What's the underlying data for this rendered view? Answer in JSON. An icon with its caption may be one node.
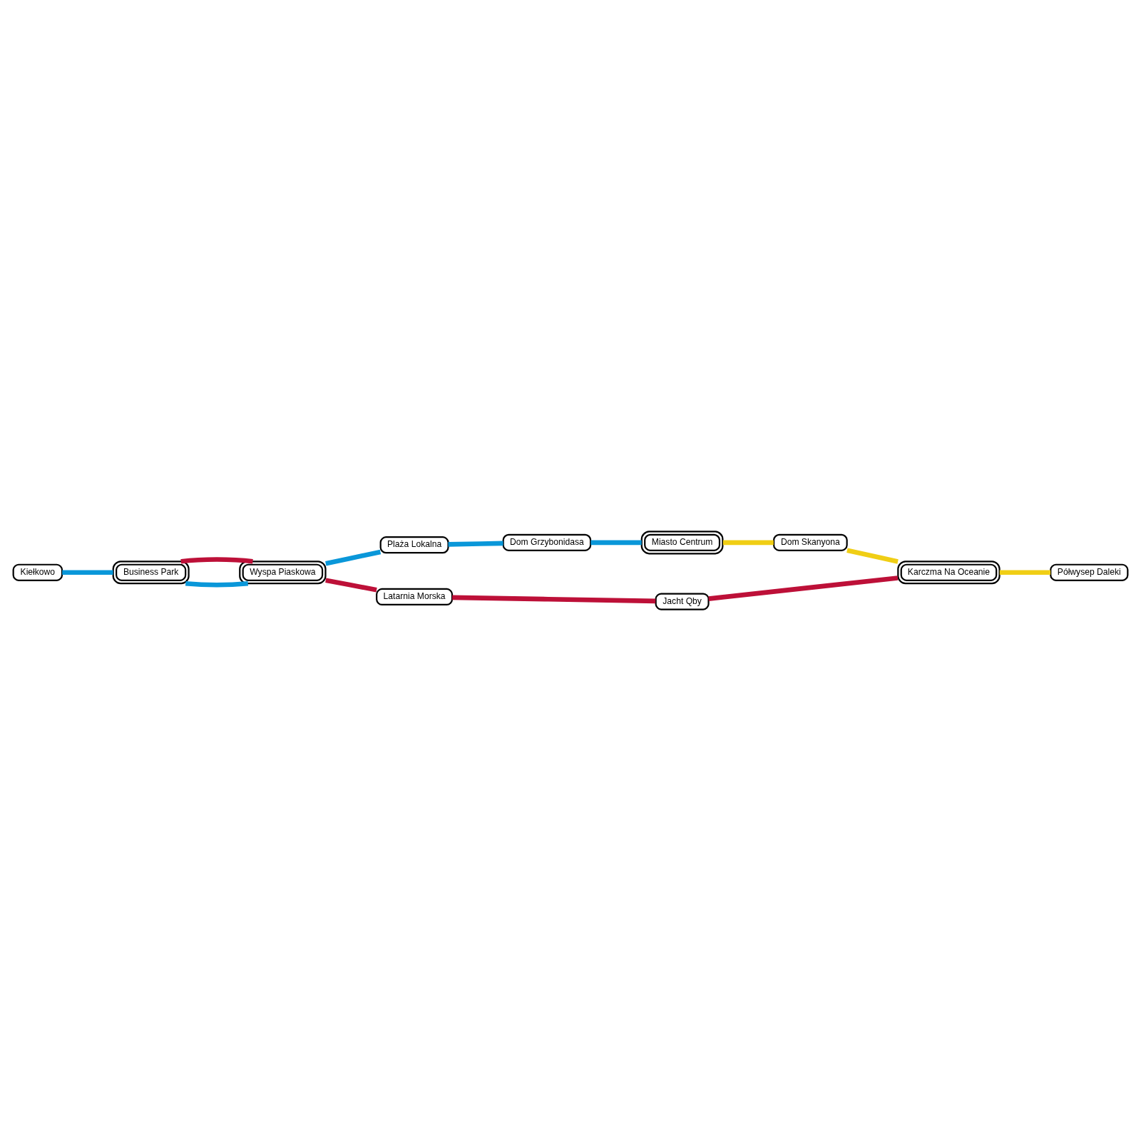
{
  "diagram": {
    "nodes": [
      {
        "text": [
          "Kiełkowo"
        ]
      },
      {
        "text": [
          "Business Park"
        ]
      },
      {
        "text": [
          "Wyspa Piaskowa"
        ]
      },
      {
        "text": [
          "Plaża Lokalna"
        ]
      },
      {
        "text": [
          "Dom Grzybonidasa"
        ]
      },
      {
        "text": [
          "Miasto Centrum"
        ]
      },
      {
        "text": [
          "Latarnia Morska"
        ]
      },
      {
        "text": [
          "Jacht Qby"
        ]
      },
      {
        "text": [
          "Dom Skanyona"
        ]
      },
      {
        "text": [
          "Karczma Na Oceanie"
        ]
      },
      {
        "text": [
          "Półwysep Daleki"
        ]
      }
    ],
    "edges": [
      {
        "from": 0,
        "to": 1,
        "arrow": "none"
      },
      {
        "from": 1,
        "to": 2,
        "arrow": "none"
      },
      {
        "from": 2,
        "to": 3,
        "arrow": "none"
      },
      {
        "from": 3,
        "to": 4,
        "arrow": "none"
      },
      {
        "from": 4,
        "to": 5,
        "arrow": "none"
      },
      {
        "from": 1,
        "to": 2,
        "arrow": "none",
        "color": "#bd1038"
      },
      {
        "from": 2,
        "to": 6,
        "arrow": "none",
        "color": "#bd1038"
      },
      {
        "from": 6,
        "to": 7,
        "arrow": "none",
        "color": "#bd1038"
      },
      {
        "from": 7,
        "to": 9,
        "arrow": "none",
        "color": "#bd1038"
      },
      {
        "from": 5,
        "to": 8,
        "arrow": "none",
        "color": "#f0ce15"
      },
      {
        "from": 8,
        "to": 9,
        "arrow": "none",
        "color": "#f0ce15"
      },
      {
        "from": 9,
        "to": 10,
        "arrow": "none",
        "color": "#f0ce15"
      }
    ]
  }
}
